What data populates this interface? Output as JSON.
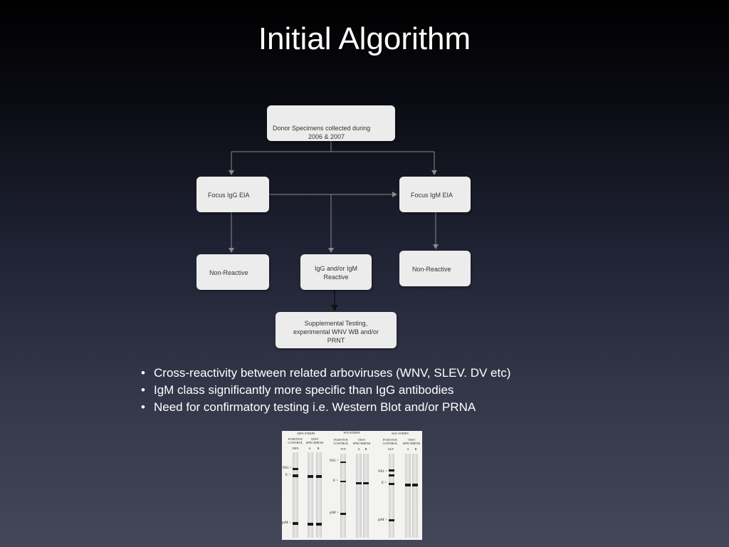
{
  "slide": {
    "title": "Initial Algorithm"
  },
  "flowchart": {
    "donor": {
      "line1": "Donor Specimens collected during",
      "line2": "2006 & 2007"
    },
    "igg_eia": "Focus IgG EIA",
    "igm_eia": "Focus IgM EIA",
    "non_reactive_left": "Non-Reactive",
    "reactive": "IgG and/or IgM\nReactive",
    "non_reactive_right": "Non-Reactive",
    "supplemental": "Supplemental Testing,\nexperimental WNV WB and/or\nPRNT"
  },
  "bullets": [
    "Cross-reactivity between related arboviruses (WNV, SLEV. DV etc)",
    "IgM class significantly more specific than IgG antibodies",
    "Need for confirmatory testing i.e. Western Blot and/or PRNA"
  ],
  "bullet_glyph": "•",
  "blot": {
    "panels": [
      {
        "title": "DEN STRIPS",
        "control_label": "POSITIVE\nCONTROL",
        "specimen_label": "TEST\nSPECIMENS",
        "control_name": "DEN",
        "lane_a": "A",
        "lane_b": "B",
        "markers": [
          "NS1 >",
          "E >",
          "prM >"
        ]
      },
      {
        "title": "WN STRIPS",
        "control_label": "POSITIVE\nCONTROL",
        "specimen_label": "TEST\nSPECIMENS",
        "control_name": "WN",
        "lane_a": "A",
        "lane_b": "B",
        "markers": [
          "NS1 >",
          "E >",
          "prM >"
        ]
      },
      {
        "title": "SLE STRIPS",
        "control_label": "POSITIVE\nCONTROL",
        "specimen_label": "TEST\nSPECIMENS",
        "control_name": "SLE",
        "lane_a": "A",
        "lane_b": "B",
        "markers": [
          "NS1 >",
          "E >",
          "prM >"
        ]
      }
    ]
  },
  "colors": {
    "node_fill": "#ececec",
    "node_text": "#333333",
    "connector": "#8a8a8a",
    "text": "#ffffff"
  }
}
